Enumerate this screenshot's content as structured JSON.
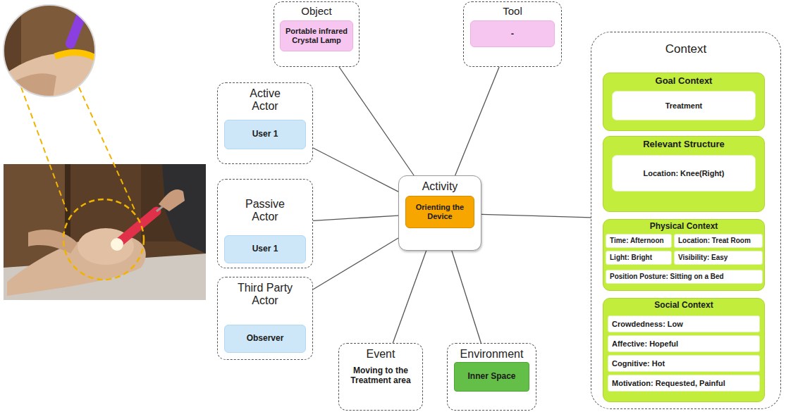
{
  "diagram": {
    "nodes": [
      {
        "text": [
          "Object"
        ]
      },
      {
        "text": [
          "Portable infrared Crystal Lamp"
        ],
        "in": 0
      },
      {
        "text": [
          "Tool"
        ]
      },
      {
        "text": [
          "-"
        ],
        "in": 2
      },
      {
        "text": [
          "Active Actor"
        ]
      },
      {
        "text": [
          "User 1"
        ],
        "in": 4
      },
      {
        "text": [
          "Passive Actor"
        ]
      },
      {
        "text": [
          "User 1"
        ],
        "in": 6
      },
      {
        "text": [
          "Third Party Actor"
        ]
      },
      {
        "text": [
          "Observer"
        ],
        "in": 8
      },
      {
        "text": [
          "Activity"
        ]
      },
      {
        "text": [
          "Orienting the Device"
        ],
        "in": 10
      },
      {
        "text": [
          "Event",
          "Moving to the Treatment area"
        ]
      },
      {
        "text": [
          "Environment"
        ]
      },
      {
        "text": [
          "Inner Space"
        ],
        "in": 13
      },
      {
        "text": [
          "Context"
        ]
      },
      {
        "text": [
          "Goal Context"
        ],
        "in": 15
      },
      {
        "text": [
          "Treatment"
        ],
        "in": 16
      },
      {
        "text": [
          "Relevant Structure"
        ],
        "in": 15
      },
      {
        "text": [
          "Location: Knee(Right)"
        ],
        "in": 18
      },
      {
        "text": [
          "Physical Context"
        ],
        "in": 15
      },
      {
        "text": [
          "Time: Afternoon"
        ],
        "in": 20
      },
      {
        "text": [
          "Location: Treat Room"
        ],
        "in": 20
      },
      {
        "text": [
          "Light: Bright"
        ],
        "in": 20
      },
      {
        "text": [
          "Visibility: Easy"
        ],
        "in": 20
      },
      {
        "text": [
          "Position Posture: Sitting on a Bed"
        ],
        "in": 20
      },
      {
        "text": [
          "Social Context"
        ],
        "in": 15
      },
      {
        "text": [
          "Crowdedness: Low"
        ],
        "in": 26
      },
      {
        "text": [
          "Affective: Hopeful"
        ],
        "in": 26
      },
      {
        "text": [
          "Cognitive: Hot"
        ],
        "in": 26
      },
      {
        "text": [
          "Motivation: Requested, Painful"
        ],
        "in": 26
      }
    ],
    "edges": [
      {
        "from": 10,
        "to": 0,
        "arrow": "none"
      },
      {
        "from": 10,
        "to": 2,
        "arrow": "none"
      },
      {
        "from": 10,
        "to": 4,
        "arrow": "none"
      },
      {
        "from": 10,
        "to": 6,
        "arrow": "none"
      },
      {
        "from": 10,
        "to": 8,
        "arrow": "none"
      },
      {
        "from": 10,
        "to": 12,
        "arrow": "none"
      },
      {
        "from": 10,
        "to": 13,
        "arrow": "none"
      },
      {
        "from": 10,
        "to": 15,
        "arrow": "none"
      }
    ]
  }
}
